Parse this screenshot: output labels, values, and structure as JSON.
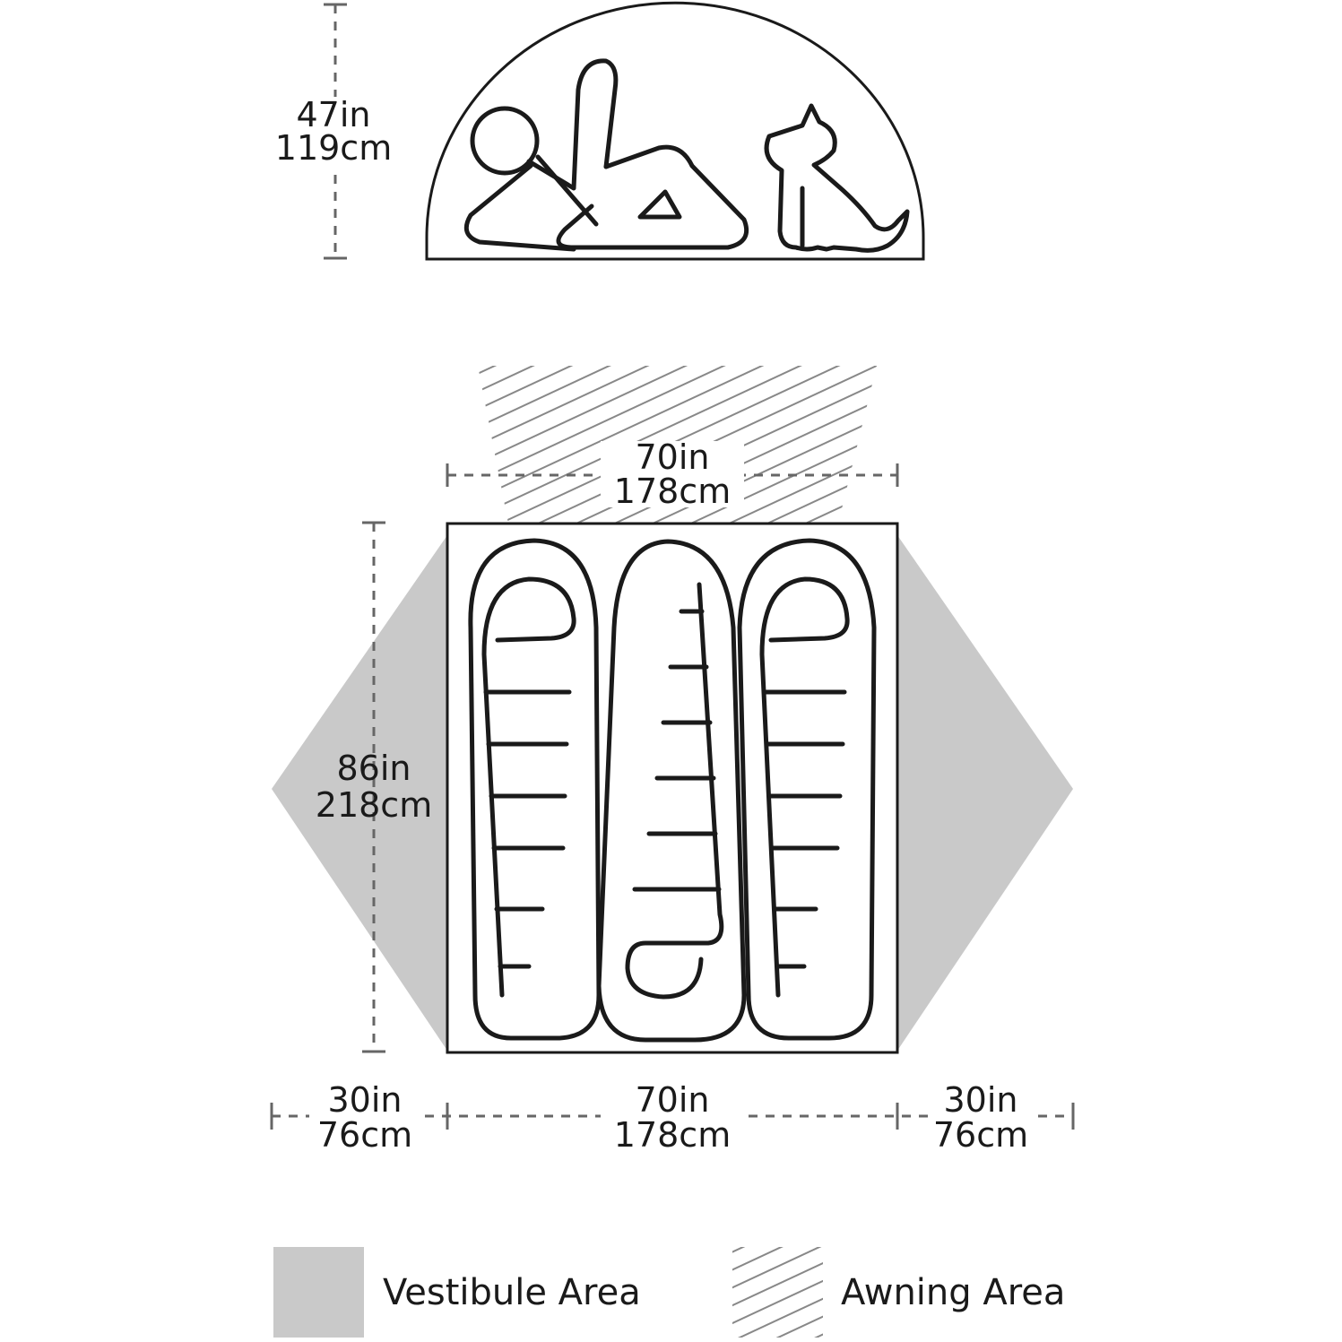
{
  "colors": {
    "vestibule": "#c9c9c9",
    "ink": "#1a1a1a",
    "dim_line": "#666666"
  },
  "elevation": {
    "height_in": "47in",
    "height_cm": "119cm"
  },
  "floor": {
    "awning_width_in": "70in",
    "awning_width_cm": "178cm",
    "length_in": "86in",
    "length_cm": "218cm"
  },
  "bottom": {
    "left_in": "30in",
    "left_cm": "76cm",
    "center_in": "70in",
    "center_cm": "178cm",
    "right_in": "30in",
    "right_cm": "76cm"
  },
  "legend": {
    "vestibule_label": "Vestibule Area",
    "awning_label": "Awning Area"
  },
  "icons": [
    "person-icon",
    "dog-icon",
    "sleeping-bag-icon"
  ]
}
